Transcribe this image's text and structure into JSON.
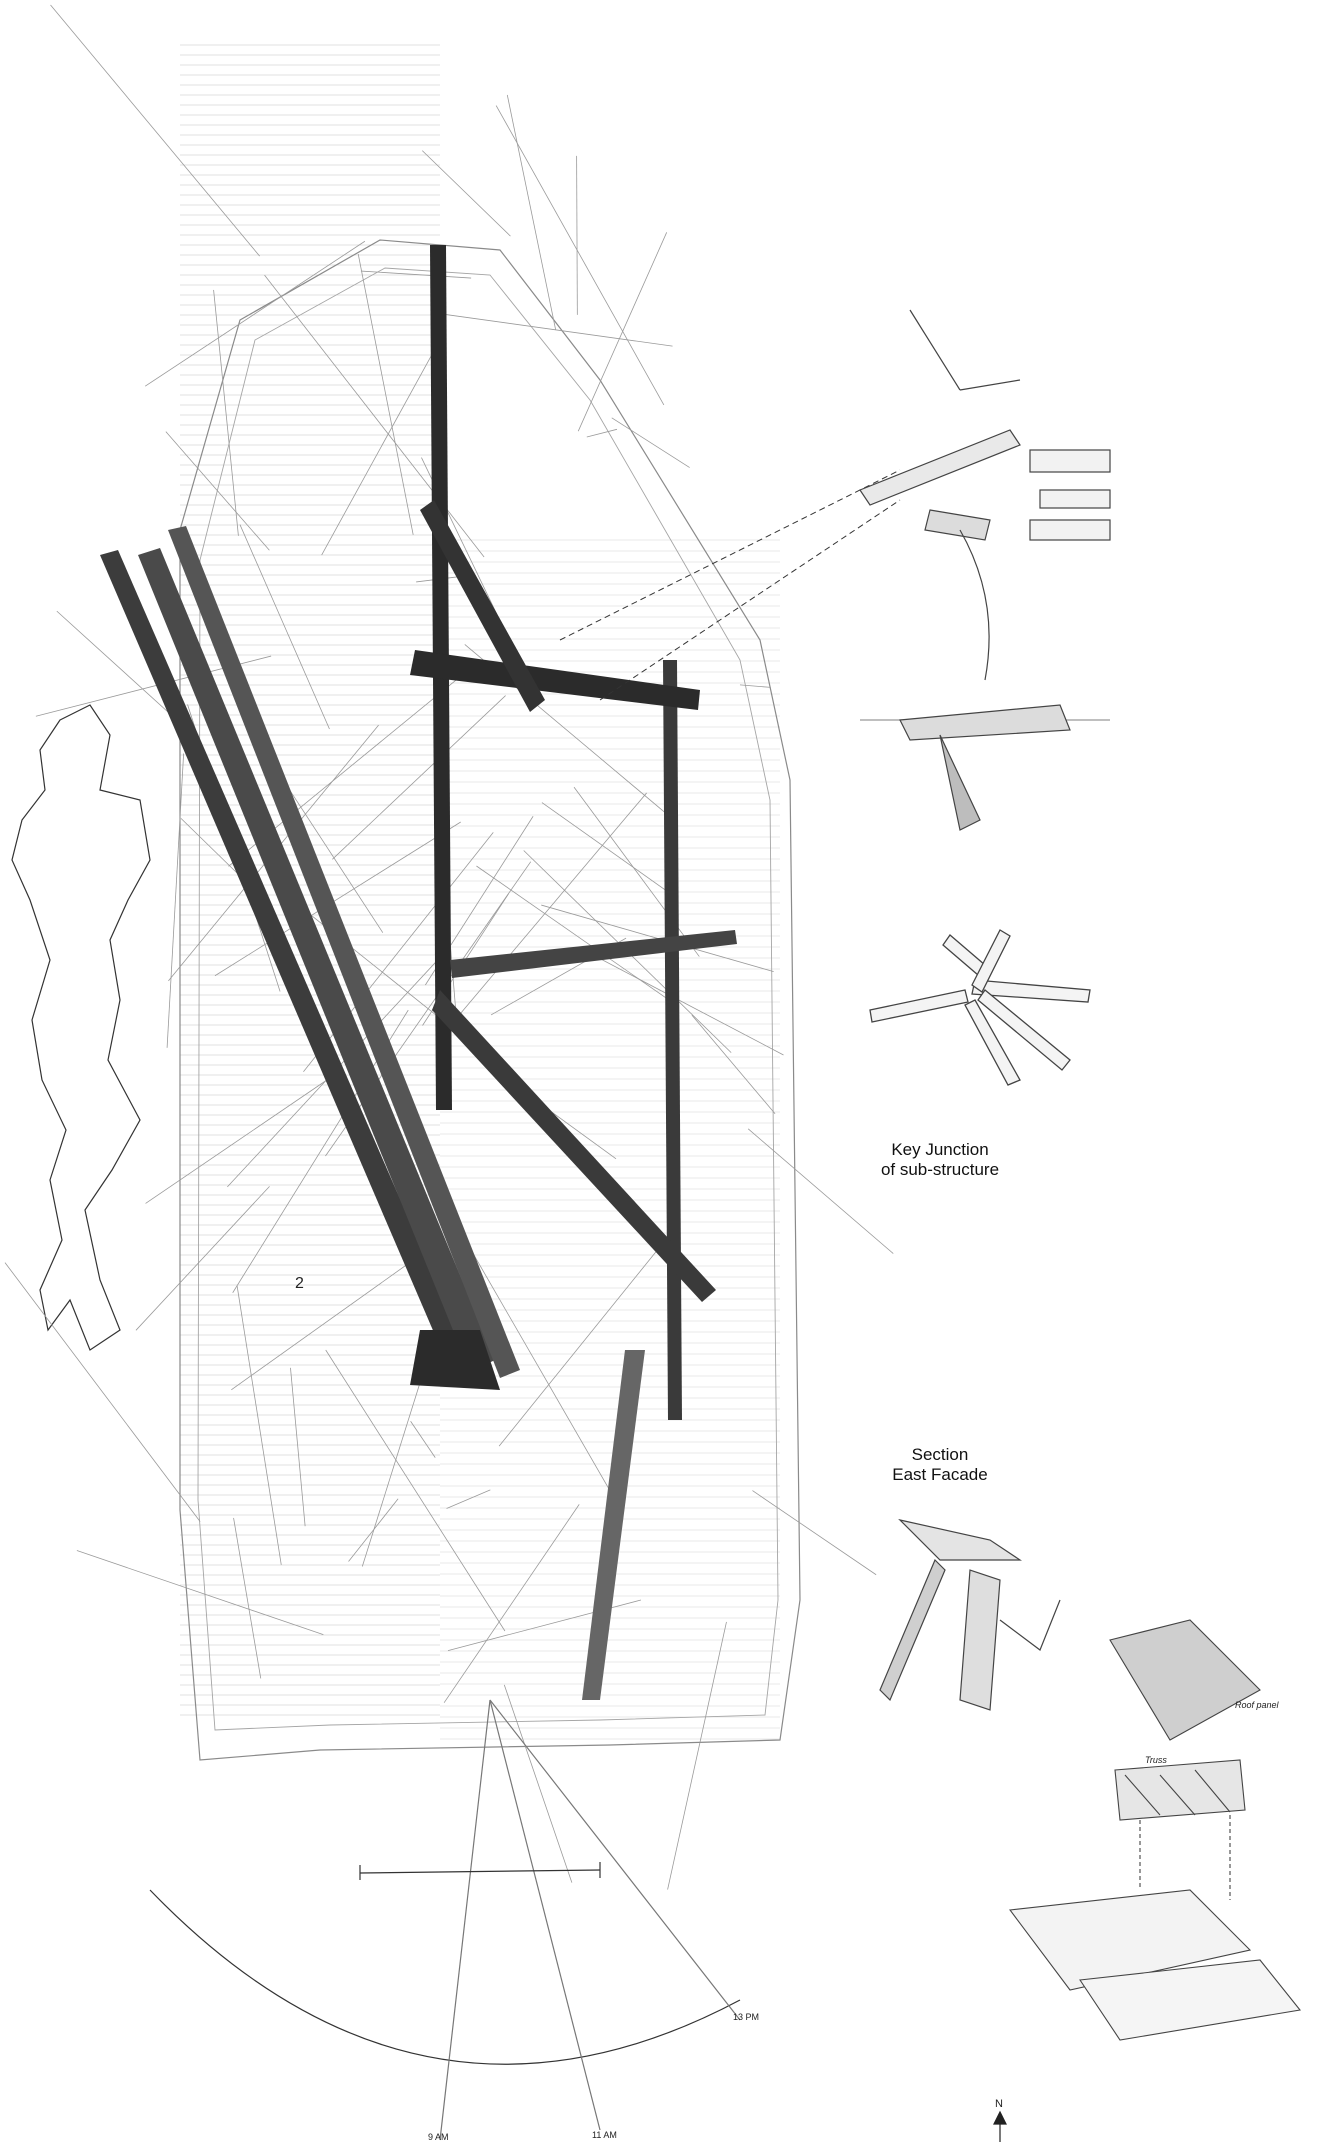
{
  "labels": {
    "junction_line1": "Key Junction",
    "junction_line2": "of sub-structure",
    "section_line1": "Section",
    "section_line2": "East Facade",
    "time_9am": "9 AM",
    "time_11am": "11 AM",
    "time_13pm": "13 PM",
    "north": "N",
    "dim_2": "2",
    "note_roof": "Roof panel",
    "note_truss": "Truss"
  },
  "colors": {
    "paper": "#ffffff",
    "pencil_light": "#9a9a9a",
    "pencil_mid": "#5a5a5a",
    "timber_dark": "#2b2b2b",
    "timber_mid": "#555555"
  }
}
